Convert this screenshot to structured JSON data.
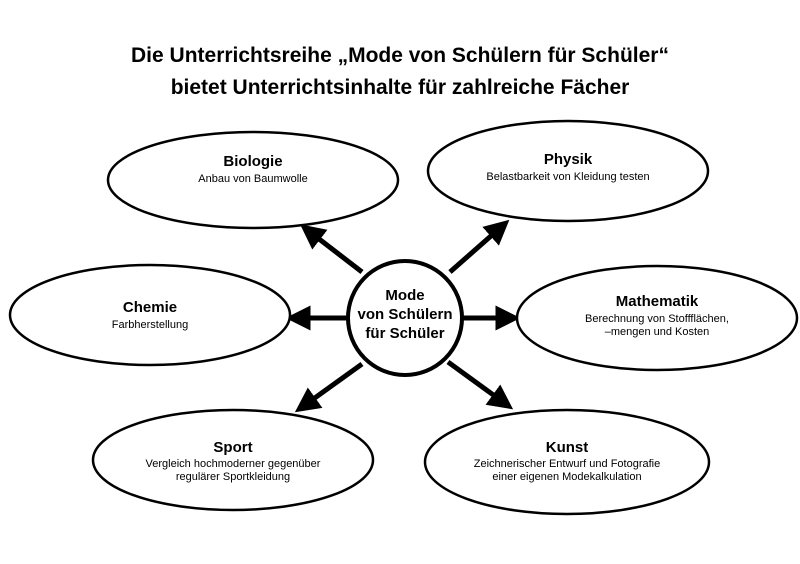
{
  "title": {
    "line1": "Die Unterrichtsreihe „Mode von Schülern für Schüler“",
    "line2": "bietet Unterrichtsinhalte für zahlreiche Fächer"
  },
  "center": {
    "line1": "Mode",
    "line2": "von Schülern",
    "line3": "für Schüler"
  },
  "subjects": [
    {
      "name": "Biologie",
      "lines": [
        "Anbau von Baumwolle"
      ]
    },
    {
      "name": "Physik",
      "lines": [
        "Belastbarkeit von Kleidung testen"
      ]
    },
    {
      "name": "Chemie",
      "lines": [
        "Farbherstellung"
      ]
    },
    {
      "name": "Mathematik",
      "lines": [
        "Berechnung von Stoffflächen,",
        "–mengen und Kosten"
      ]
    },
    {
      "name": "Sport",
      "lines": [
        "Vergleich hochmoderner gegenüber",
        "regulärer Sportkleidung"
      ]
    },
    {
      "name": "Kunst",
      "lines": [
        "Zeichnerischer Entwurf und Fotografie",
        "einer eigenen Modekalkulation"
      ]
    }
  ]
}
